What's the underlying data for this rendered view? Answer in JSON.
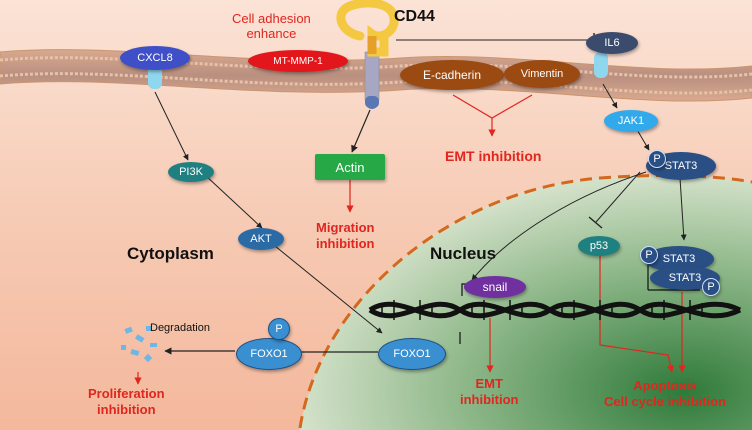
{
  "labels": {
    "cd44": "CD44",
    "cell_adhesion": "Cell adhesion\nenhance",
    "cxcl8": "CXCL8",
    "mt_mmp1": "MT-MMP-1",
    "e_cadherin": "E-cadherin",
    "vimentin": "Vimentin",
    "il6": "IL6",
    "jak1": "JAK1",
    "emt_inhibition_top": "EMT inhibition",
    "pi3k": "PI3K",
    "actin": "Actin",
    "migration_inhibition": "Migration\ninhibition",
    "p": "P",
    "stat3": "STAT3",
    "akt": "AKT",
    "cytoplasm": "Cytoplasm",
    "nucleus": "Nucleus",
    "p53": "p53",
    "snail": "snail",
    "degradation": "Degradation",
    "foxo1": "FOXO1",
    "emt_inhibition_bottom": "EMT\ninhibition",
    "proliferation_inhibition": "Proliferation\ninhibition",
    "apoptosis": "Apoptosis\nCell cycle inhibition"
  },
  "colors": {
    "red_text": "#e0261f",
    "cxcl8_blue": "#3f4fc7",
    "teal": "#1e8080",
    "navy": "#2a4f85",
    "brown": "#9b4a12",
    "green_box": "#25a845",
    "purple": "#7030a0"
  }
}
